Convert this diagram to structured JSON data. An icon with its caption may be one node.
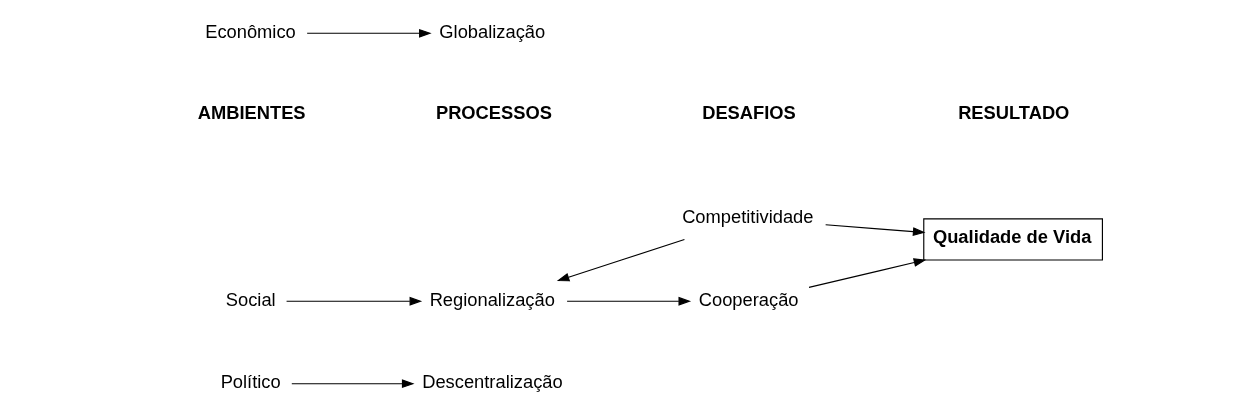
{
  "diagram": {
    "nodes": [
      {
        "text": [
          "Econômico"
        ]
      },
      {
        "text": [
          "Globalização"
        ]
      },
      {
        "text": [
          "Competitividade"
        ]
      },
      {
        "text": [
          "Social"
        ]
      },
      {
        "text": [
          "Regionalização"
        ]
      },
      {
        "text": [
          "Qualidade de Vida"
        ]
      },
      {
        "text": [
          "Político"
        ]
      },
      {
        "text": [
          "Descentralização"
        ]
      },
      {
        "text": [
          "Cooperação"
        ]
      }
    ],
    "edges": [
      {
        "from": 0,
        "to": 1,
        "arrow": "to"
      },
      {
        "from": 2,
        "to": 4,
        "arrow": "to"
      },
      {
        "from": 2,
        "to": 5,
        "arrow": "to"
      },
      {
        "from": 3,
        "to": 4,
        "arrow": "to"
      },
      {
        "from": 4,
        "to": 8,
        "arrow": "to"
      },
      {
        "from": 6,
        "to": 7,
        "arrow": "to"
      },
      {
        "from": 8,
        "to": 5,
        "arrow": "to"
      }
    ],
    "labels": [
      "AMBIENTES",
      "PROCESSOS",
      "DESAFIOS",
      "RESULTADO"
    ]
  }
}
